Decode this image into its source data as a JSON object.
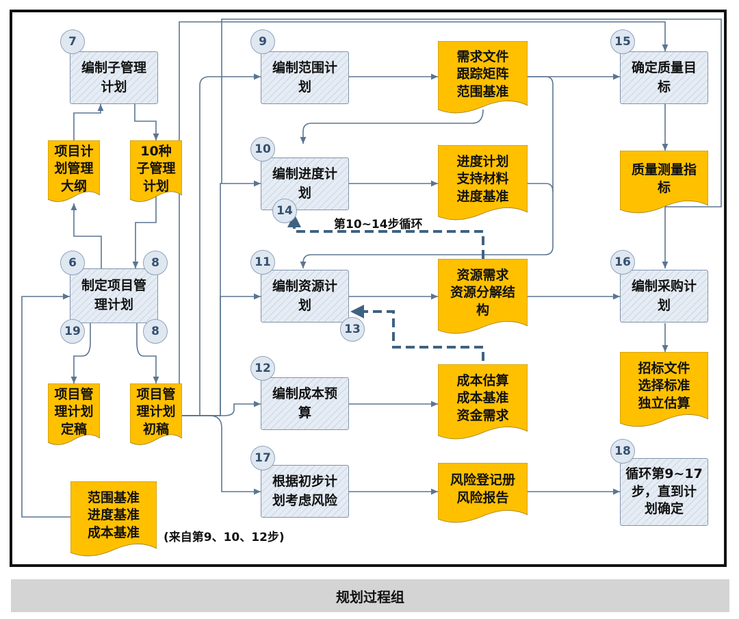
{
  "nodes": {
    "n7": {
      "badge": "7",
      "lines": [
        "编制子管理",
        "计划"
      ]
    },
    "n6": {
      "badges": [
        "6",
        "8",
        "19",
        "8"
      ],
      "lines": [
        "制定项目管",
        "理计划"
      ]
    },
    "n9": {
      "badge": "9",
      "lines": [
        "编制范围计",
        "划"
      ]
    },
    "n10": {
      "badges": [
        "10",
        "14"
      ],
      "lines": [
        "编制进度计",
        "划"
      ]
    },
    "n11": {
      "badges": [
        "11",
        "13"
      ],
      "lines": [
        "编制资源计",
        "划"
      ]
    },
    "n12": {
      "badge": "12",
      "lines": [
        "编制成本预",
        "算"
      ]
    },
    "n17": {
      "badge": "17",
      "lines": [
        "根据初步计",
        "划考虑风险"
      ]
    },
    "n15": {
      "badge": "15",
      "lines": [
        "确定质量目",
        "标"
      ]
    },
    "n16": {
      "badge": "16",
      "lines": [
        "编制采购计",
        "划"
      ]
    },
    "n18": {
      "badge": "18",
      "lines": [
        "循环第9~17",
        "步，直到计",
        "划确定"
      ]
    }
  },
  "documents": {
    "outline": [
      "项目计",
      "划管理",
      "大纲"
    ],
    "ten_sub": [
      "10种",
      "子管理",
      "计划"
    ],
    "final": [
      "项目管",
      "理计划",
      "定稿"
    ],
    "draft": [
      "项目管",
      "理计划",
      "初稿"
    ],
    "baselines": [
      "范围基准",
      "进度基准",
      "成本基准"
    ],
    "scope": [
      "需求文件",
      "跟踪矩阵",
      "范围基准"
    ],
    "schedule": [
      "进度计划",
      "支持材料",
      "进度基准"
    ],
    "resource": [
      "资源需求",
      "资源分解结",
      "构"
    ],
    "cost": [
      "成本估算",
      "成本基准",
      "资金需求"
    ],
    "risk": [
      "风险登记册",
      "风险报告"
    ],
    "quality": [
      "质量测量指",
      "标"
    ],
    "procure": [
      "招标文件",
      "选择标准",
      "独立估算"
    ]
  },
  "labels": {
    "loop": "第10~14步循环",
    "from_steps": "(来自第9、10、12步)"
  },
  "footer": "规划过程组",
  "colors": {
    "process_fill": "#e6ecf4",
    "process_border": "#7f93ab",
    "document_fill": "#ffc000",
    "badge_fill": "#dfe7f1",
    "badge_text": "#34506f",
    "connector": "#5b7591",
    "loop_arrow": "#3f6281",
    "footer_band": "#d4d4d4"
  }
}
